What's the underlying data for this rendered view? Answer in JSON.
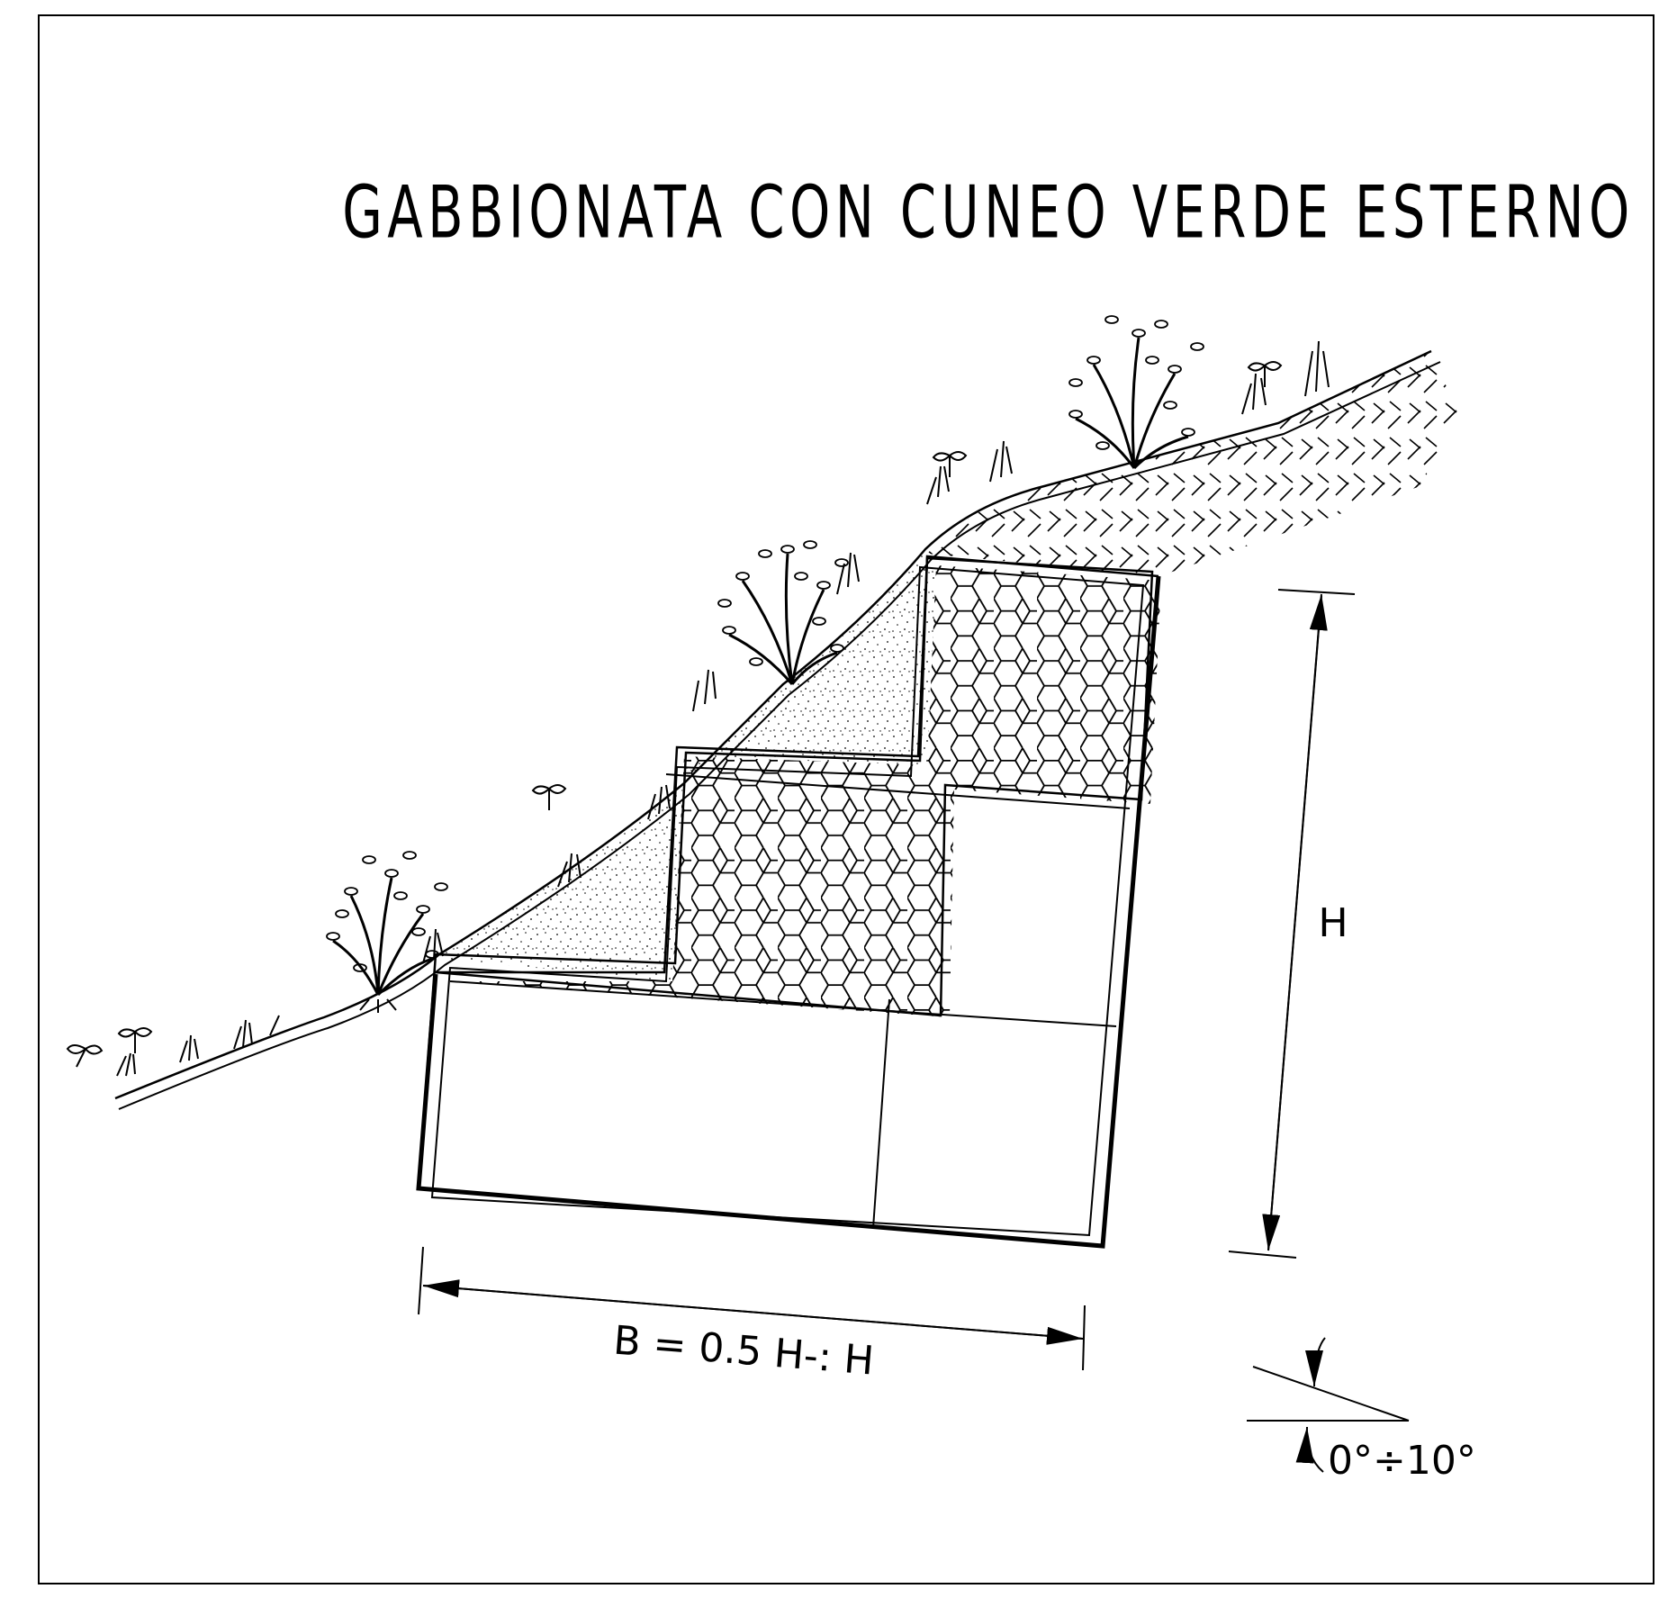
{
  "title": "GABBIONATA  CON  CUNEO  VERDE  ESTERNO",
  "dimensions": {
    "height_label": "H",
    "base_label": "B  =  0.5  H-:  H",
    "angle_label": "0°÷10°"
  }
}
